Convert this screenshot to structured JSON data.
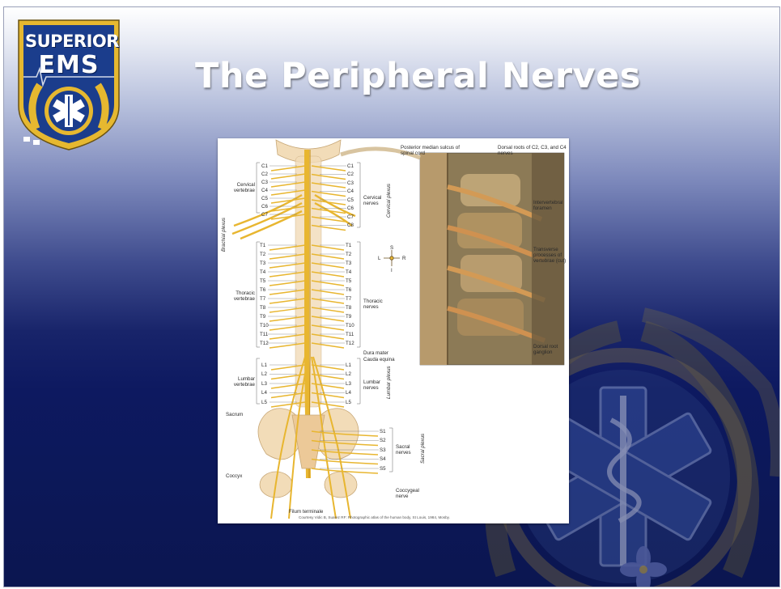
{
  "slide": {
    "title": "The Peripheral Nerves"
  },
  "logo": {
    "line1": "SUPERIOR",
    "line2": "EMS"
  },
  "colors": {
    "nerve": "#e8b630",
    "nerve_dark": "#c9921a",
    "bone": "#f2dcb8",
    "navy": "#0d1960",
    "logo_blue": "#1b3d8c",
    "logo_gold": "#e6b830"
  },
  "figure": {
    "cervical_vert": [
      "C1",
      "C2",
      "C3",
      "C4",
      "C5",
      "C6",
      "C7"
    ],
    "cervical_nerves": [
      "C1",
      "C2",
      "C3",
      "C4",
      "C5",
      "C6",
      "C7",
      "C8"
    ],
    "thoracic": [
      "T1",
      "T2",
      "T3",
      "T4",
      "T5",
      "T6",
      "T7",
      "T8",
      "T9",
      "T10",
      "T11",
      "T12"
    ],
    "lumbar": [
      "L1",
      "L2",
      "L3",
      "L4",
      "L5"
    ],
    "sacral": [
      "S1",
      "S2",
      "S3",
      "S4",
      "S5"
    ],
    "labels": {
      "cervical_vertebrae": "Cervical vertebrae",
      "cervical_nerves": "Cervical nerves",
      "cervical_plexus": "Cervical plexus",
      "brachial_plexus": "Brachial plexus",
      "thoracic_vertebrae": "Thoracic vertebrae",
      "thoracic_nerves": "Thoracic nerves",
      "dura_mater": "Dura mater",
      "cauda_equina": "Cauda equina",
      "lumbar_vertebrae": "Lumbar vertebrae",
      "lumbar_nerves": "Lumbar nerves",
      "lumbar_plexus": "Lumbar plexus",
      "sacrum": "Sacrum",
      "sacral_nerves": "Sacral nerves",
      "sacral_plexus": "Sacral plexus",
      "coccyx": "Coccyx",
      "coccygeal_nerve": "Coccygeal nerve",
      "filum_terminale": "Filum terminale",
      "posterior_median": "Posterior median sulcus of spinal cord",
      "dorsal_roots": "Dorsal roots of C2, C3, and C4 nerves",
      "intervertebral": "Intervertebral foramen",
      "transverse": "Transverse processes of vertebrae (cut)",
      "dorsal_root_ganglion": "Dorsal root ganglion",
      "compass_s": "S",
      "compass_l": "L",
      "compass_r": "R",
      "compass_i": "I"
    },
    "credit": "Courtesy Vidic B, Suarez RF: Photographic atlas of the human body, St Louis, 1984, Mosby."
  }
}
